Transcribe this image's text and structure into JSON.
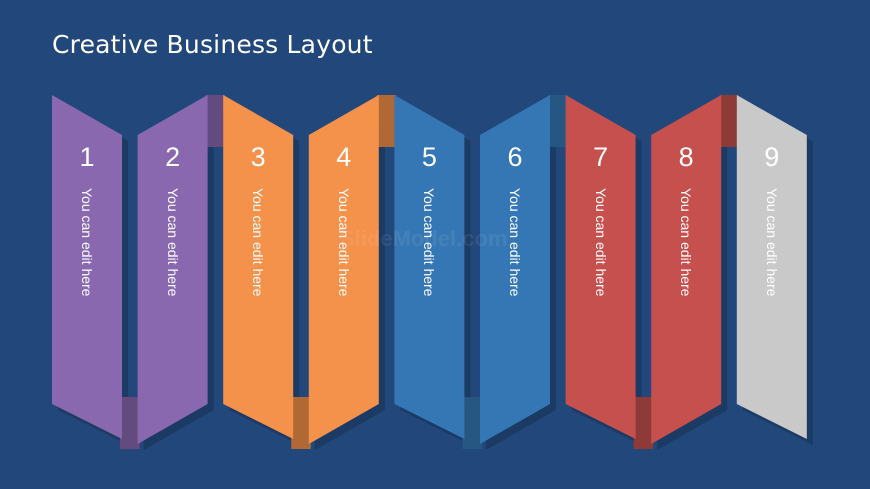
{
  "slide": {
    "title": "Creative Business Layout"
  },
  "watermark": {
    "text": "SlideModel.com"
  },
  "colors": {
    "background": "#22477a",
    "purple": "#8a68b0",
    "orange": "#f4914a",
    "blue": "#3577b4",
    "red": "#c5504e",
    "gray": "#c9c9c9"
  },
  "steps": [
    {
      "number": "1",
      "caption": "You can edit here",
      "color": "#8a68b0"
    },
    {
      "number": "2",
      "caption": "You can edit here",
      "color": "#8a68b0"
    },
    {
      "number": "3",
      "caption": "You can edit here",
      "color": "#f4914a"
    },
    {
      "number": "4",
      "caption": "You can edit here",
      "color": "#f4914a"
    },
    {
      "number": "5",
      "caption": "You can edit here",
      "color": "#3577b4"
    },
    {
      "number": "6",
      "caption": "You can edit here",
      "color": "#3577b4"
    },
    {
      "number": "7",
      "caption": "You can edit here",
      "color": "#c5504e"
    },
    {
      "number": "8",
      "caption": "You can edit here",
      "color": "#c5504e"
    },
    {
      "number": "9",
      "caption": "You can edit here",
      "color": "#c9c9c9"
    }
  ]
}
